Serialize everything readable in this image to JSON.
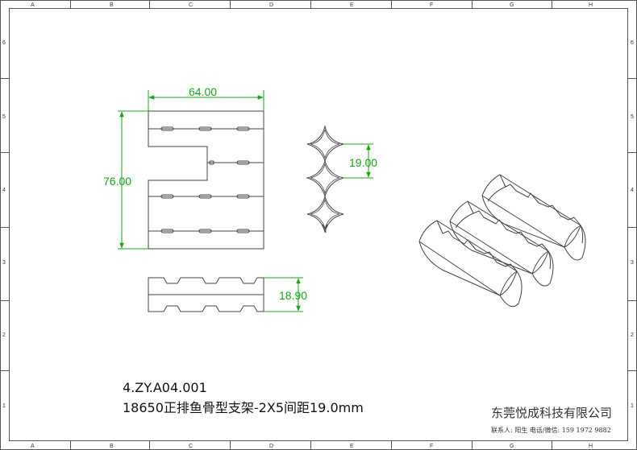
{
  "border": {
    "columns": [
      "A",
      "B",
      "C",
      "D",
      "E",
      "F",
      "G",
      "H"
    ],
    "rows": [
      "6",
      "5",
      "4",
      "3",
      "2",
      "1"
    ]
  },
  "dimensions": {
    "width_top": "64.00",
    "height_left": "76.00",
    "pitch": "19.00",
    "thickness": "18.90"
  },
  "title_block": {
    "part_number": "4.ZY.A04.001",
    "part_name": "18650正排鱼骨型支架-2X5间距19.0mm",
    "company": "东莞悦成科技有限公司",
    "contact": "联系人: 阳生  电话/微信: 159 1972 9882"
  },
  "colors": {
    "dimension": "#1aa51a",
    "line": "#444444",
    "border": "#555555"
  }
}
